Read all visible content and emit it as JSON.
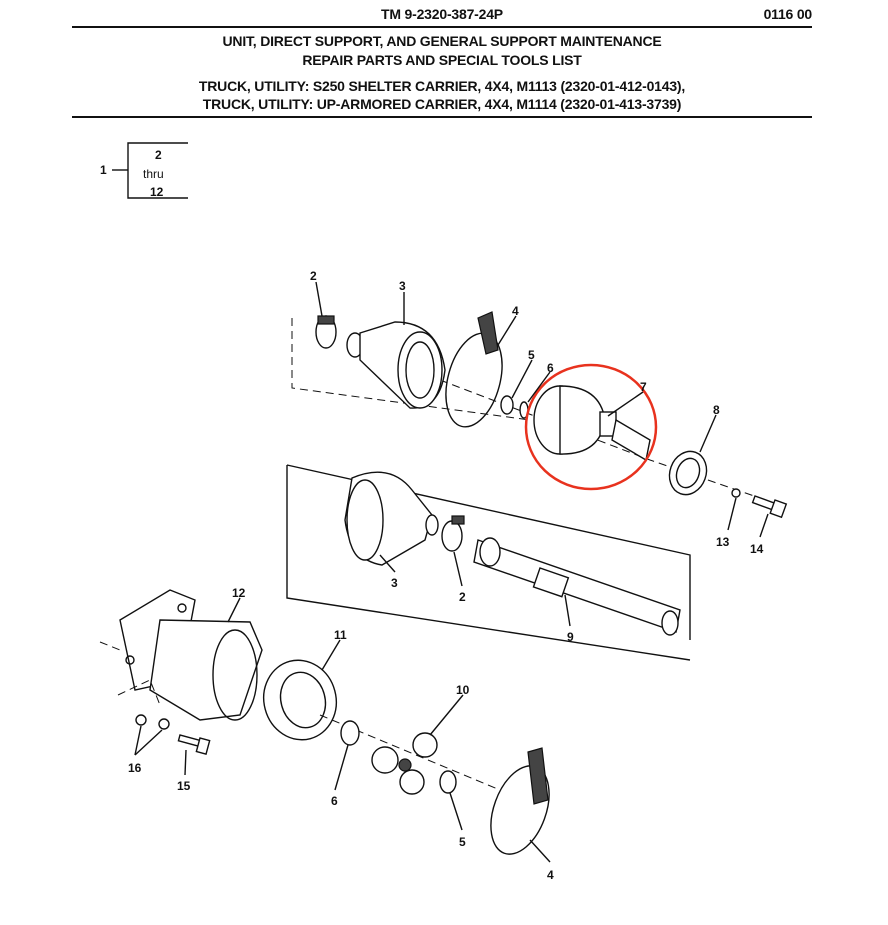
{
  "header": {
    "tm_number": "TM 9-2320-387-24P",
    "page_number": "0116 00",
    "title_line1": "UNIT, DIRECT SUPPORT, AND GENERAL SUPPORT MAINTENANCE",
    "title_line2": "REPAIR PARTS AND SPECIAL TOOLS LIST",
    "vehicle_line1": "TRUCK, UTILITY: S250 SHELTER CARRIER, 4X4, M1113 (2320-01-412-0143),",
    "vehicle_line2": "TRUCK, UTILITY: UP-ARMORED CARRIER, 4X4, M1114 (2320-01-413-3739)"
  },
  "index_box": {
    "item": "1",
    "from": "2",
    "thru": "thru",
    "to": "12"
  },
  "callouts": [
    "2",
    "3",
    "4",
    "5",
    "6",
    "7",
    "8",
    "13",
    "14",
    "3",
    "2",
    "9",
    "12",
    "11",
    "10",
    "16",
    "15",
    "6",
    "5",
    "4"
  ],
  "highlight": {
    "item": "7",
    "color": "#e8321e"
  }
}
